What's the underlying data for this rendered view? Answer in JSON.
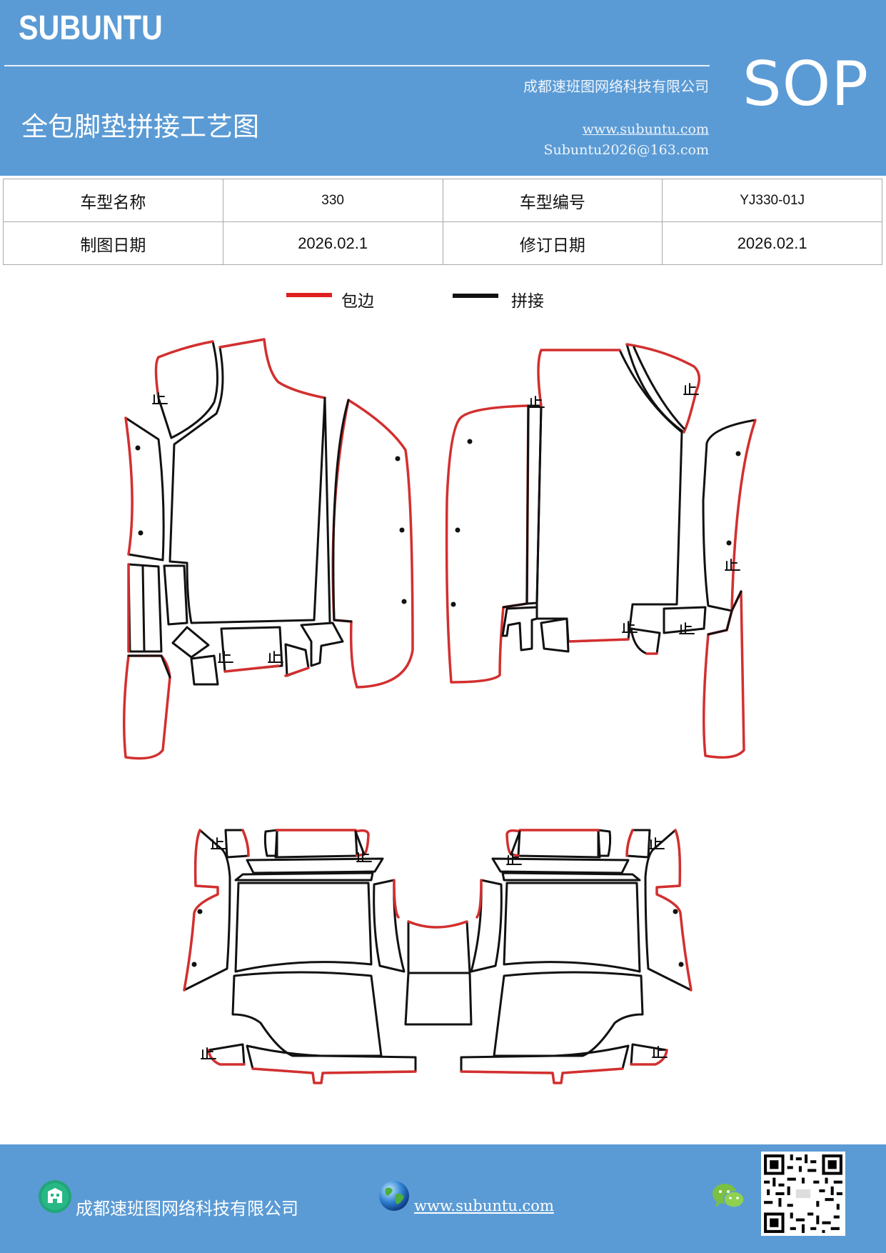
{
  "header": {
    "brand": "SUBUNTU",
    "company": "成都速班图网络科技有限公司",
    "title": "全包脚垫拼接工艺图",
    "website": "www.subuntu.com",
    "email": "Subuntu2026@163.com",
    "badge": "SOP",
    "background_color": "#5b9bd5"
  },
  "info_table": {
    "rows": [
      [
        {
          "label": "车型名称"
        },
        {
          "value": "330"
        },
        {
          "label": "车型编号"
        },
        {
          "value": "YJ330-01J"
        }
      ],
      [
        {
          "label": "制图日期"
        },
        {
          "value": "2026.02.1"
        },
        {
          "label": "修订日期"
        },
        {
          "value": "2026.02.1"
        }
      ]
    ]
  },
  "legend": [
    {
      "label": "包边",
      "color": "#e02020"
    },
    {
      "label": "拼接",
      "color": "#111111"
    }
  ],
  "diagram": {
    "stop_mark": "止",
    "edge_color": "#d32f2f",
    "seam_color": "#111111"
  },
  "footer": {
    "company": "成都速班图网络科技有限公司",
    "website": "www.subuntu.com",
    "icons": [
      "building-icon",
      "globe-icon",
      "wechat-icon",
      "qr-code"
    ]
  }
}
